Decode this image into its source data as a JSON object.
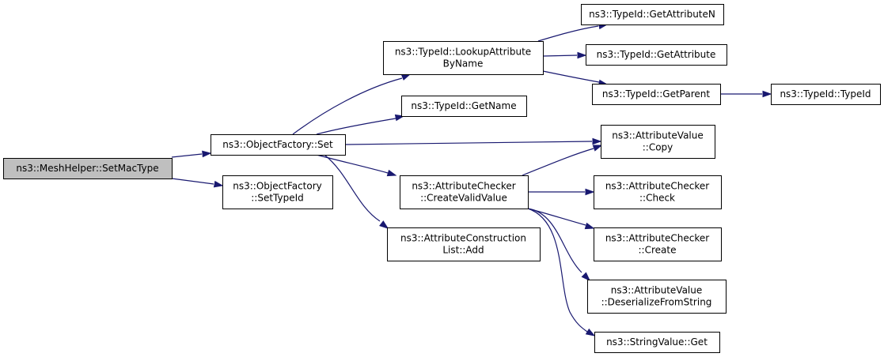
{
  "graph": {
    "nodes": {
      "mesh_setmactype": {
        "lines": [
          "ns3::MeshHelper::SetMacType"
        ]
      },
      "of_set": {
        "lines": [
          "ns3::ObjectFactory::Set"
        ]
      },
      "of_settypeid": {
        "lines": [
          "ns3::ObjectFactory",
          "::SetTypeId"
        ]
      },
      "tid_lookup": {
        "lines": [
          "ns3::TypeId::LookupAttribute",
          "ByName"
        ]
      },
      "tid_getname": {
        "lines": [
          "ns3::TypeId::GetName"
        ]
      },
      "ac_createvalid": {
        "lines": [
          "ns3::AttributeChecker",
          "::CreateValidValue"
        ]
      },
      "acl_add": {
        "lines": [
          "ns3::AttributeConstruction",
          "List::Add"
        ]
      },
      "tid_getattrn": {
        "lines": [
          "ns3::TypeId::GetAttributeN"
        ]
      },
      "tid_getattr": {
        "lines": [
          "ns3::TypeId::GetAttribute"
        ]
      },
      "tid_getparent": {
        "lines": [
          "ns3::TypeId::GetParent"
        ]
      },
      "tid_typeid": {
        "lines": [
          "ns3::TypeId::TypeId"
        ]
      },
      "av_copy": {
        "lines": [
          "ns3::AttributeValue",
          "::Copy"
        ]
      },
      "ac_check": {
        "lines": [
          "ns3::AttributeChecker",
          "::Check"
        ]
      },
      "ac_create": {
        "lines": [
          "ns3::AttributeChecker",
          "::Create"
        ]
      },
      "av_deserialize": {
        "lines": [
          "ns3::AttributeValue",
          "::DeserializeFromString"
        ]
      },
      "sv_get": {
        "lines": [
          "ns3::StringValue::Get"
        ]
      }
    },
    "edges": [
      [
        "mesh_setmactype",
        "of_set"
      ],
      [
        "mesh_setmactype",
        "of_settypeid"
      ],
      [
        "of_set",
        "tid_lookup"
      ],
      [
        "of_set",
        "tid_getname"
      ],
      [
        "of_set",
        "av_copy"
      ],
      [
        "of_set",
        "ac_createvalid"
      ],
      [
        "of_set",
        "acl_add"
      ],
      [
        "tid_lookup",
        "tid_getattrn"
      ],
      [
        "tid_lookup",
        "tid_getattr"
      ],
      [
        "tid_lookup",
        "tid_getparent"
      ],
      [
        "tid_getparent",
        "tid_typeid"
      ],
      [
        "ac_createvalid",
        "av_copy"
      ],
      [
        "ac_createvalid",
        "ac_check"
      ],
      [
        "ac_createvalid",
        "ac_create"
      ],
      [
        "ac_createvalid",
        "av_deserialize"
      ],
      [
        "ac_createvalid",
        "sv_get"
      ]
    ],
    "colors": {
      "edge": "#191970",
      "root_fill": "#bfbfbf",
      "node_fill": "#ffffff",
      "border": "#000000"
    }
  }
}
